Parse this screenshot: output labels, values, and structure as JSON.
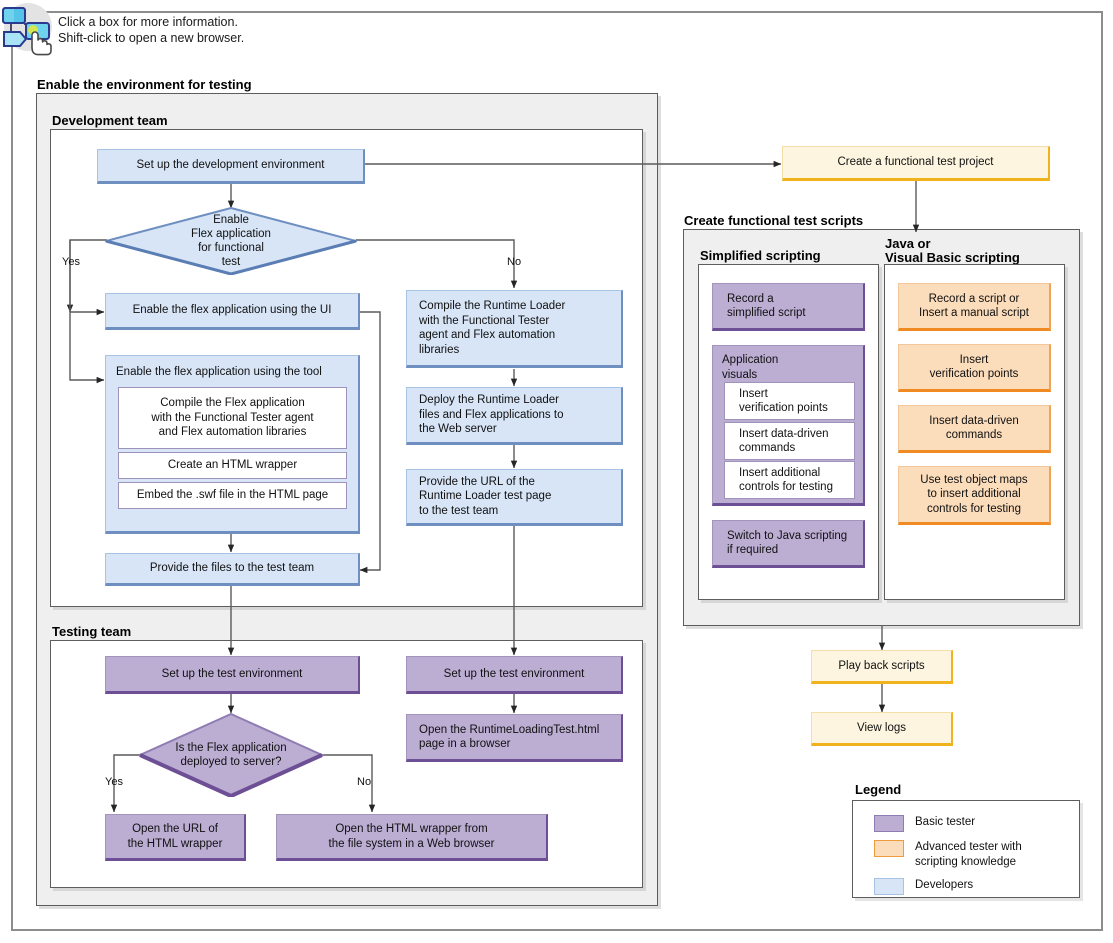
{
  "hint": {
    "icon": "flowchart-pointer-icon",
    "line1": "Click a box for more information.",
    "line2": "Shift-click to open a new browser."
  },
  "groups": {
    "enable_env": "Enable the environment for testing",
    "development_team": "Development team",
    "testing_team": "Testing team",
    "create_scripts": "Create functional test scripts",
    "simplified_scripting": "Simplified scripting",
    "java_vb_scripting": "Java or\nVisual Basic scripting"
  },
  "dev": {
    "setup_env": "Set up the development environment",
    "decision": "Enable\nFlex application\nfor functional\ntest",
    "yes": "Yes",
    "no": "No",
    "enable_ui": "Enable the flex application using the UI",
    "enable_tool": "Enable the flex application using the tool",
    "tool_step1": "Compile the Flex application\nwith the Functional Tester agent\nand Flex automation libraries",
    "tool_step2": "Create an HTML wrapper",
    "tool_step3": "Embed the .swf file in the HTML page",
    "provide_files": "Provide the files to the test team",
    "compile_rtl": "Compile the Runtime Loader\nwith the Functional Tester\nagent and Flex automation\nlibraries",
    "deploy_rtl": "Deploy the Runtime Loader\nfiles and Flex applications to\nthe Web server",
    "provide_url": "Provide the URL of the\nRuntime Loader test page\nto the test team"
  },
  "test": {
    "setup_left": "Set up the test environment",
    "setup_right": "Set up the test environment",
    "decision": "Is the Flex application\ndeployed to server?",
    "yes": "Yes",
    "no": "No",
    "open_url": "Open the URL of\nthe HTML wrapper",
    "open_wrapper": "Open the HTML wrapper from\nthe file system in a Web browser",
    "open_runtime": "Open the RuntimeLoadingTest.html\npage in a browser"
  },
  "scripts": {
    "create_project": "Create a functional test project",
    "record_simplified": "Record a\nsimplified script",
    "app_visuals": "Application\nvisuals",
    "vis_step1": "Insert\nverification points",
    "vis_step2": "Insert data-driven\ncommands",
    "vis_step3": "Insert additional\ncontrols for testing",
    "switch_java": "Switch to Java scripting\nif required",
    "record_manual": "Record a script or\nInsert a manual script",
    "insert_vp": "Insert\nverification points",
    "insert_ddc": "Insert data-driven\ncommands",
    "test_object_maps": "Use test object maps\nto insert additional\ncontrols for testing",
    "play_back": "Play back scripts",
    "view_logs": "View logs"
  },
  "legend": {
    "title": "Legend",
    "items": [
      {
        "swatch": "basic-tester",
        "label": "Basic tester",
        "color": "#bcadd3"
      },
      {
        "swatch": "advanced-tester",
        "label": "Advanced tester with\nscripting knowledge",
        "color": "#fbdcbb"
      },
      {
        "swatch": "developers",
        "label": "Developers",
        "color": "#d7e5f7"
      }
    ]
  },
  "colors": {
    "developer_fill": "#d7e5f7",
    "developer_border": "#6f8fc0",
    "basic_tester_fill": "#bcadd3",
    "basic_tester_border": "#6c4f94",
    "advanced_tester_fill": "#fbdcbb",
    "advanced_tester_border": "#ef8b22",
    "process_fill": "#fdf5e0",
    "process_border": "#f0b31e",
    "panel_fill": "#efefef",
    "frame_border": "#8d8d8d"
  }
}
